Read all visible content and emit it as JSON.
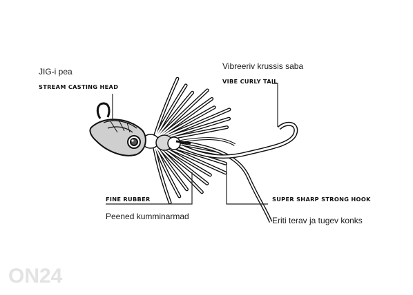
{
  "labels": {
    "jig_head_et": "JIG-i pea",
    "jig_head_en": "STREAM CASTING HEAD",
    "tail_et": "Vibreeriv krussis saba",
    "tail_en": "VIBE CURLY TAIL",
    "rubber_en": "FINE RUBBER",
    "rubber_et": "Peened kumminarmad",
    "hook_en": "SUPER SHARP STRONG HOOK",
    "hook_et": "Eriti terav ja tugev konks"
  },
  "watermark": "ON24",
  "colors": {
    "ink": "#111111",
    "head_fill": "#cfcfcf",
    "watermark": "#e3e3e3"
  }
}
